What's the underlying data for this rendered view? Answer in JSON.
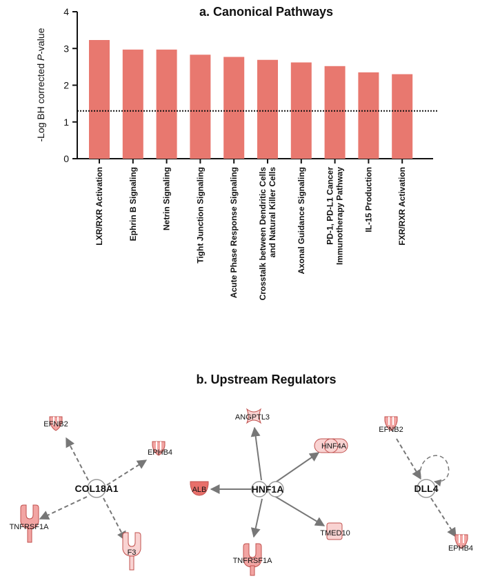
{
  "chart_data": {
    "type": "bar",
    "title": "a. Canonical Pathways",
    "ylabel_prefix": "-Log BH corrected ",
    "ylabel_italic": "P",
    "ylabel_suffix": "-value",
    "ylim": [
      0,
      4
    ],
    "yticks": [
      "0",
      "1",
      "2",
      "3",
      "4"
    ],
    "threshold": 1.3,
    "bar_color": "#e8786f",
    "categories": [
      [
        "LXR/RXR Activation"
      ],
      [
        "Ephrin B Signaling"
      ],
      [
        "Netrin Signaling"
      ],
      [
        "Tight Junction Signaling"
      ],
      [
        "Acute Phase Response Signaling"
      ],
      [
        "Crosstalk between Dendritic Cells",
        "and Natural Killer Cells"
      ],
      [
        "Axonal Guidance Signaling"
      ],
      [
        "PD-1, PD-L1 Cancer",
        "Immunotherapy Pathway"
      ],
      [
        "IL-15 Production"
      ],
      [
        "FXR/RXR Activation"
      ]
    ],
    "values": [
      3.23,
      2.97,
      2.97,
      2.83,
      2.77,
      2.69,
      2.62,
      2.52,
      2.35,
      2.3
    ]
  },
  "network": {
    "title": "b. Upstream Regulators",
    "fill_dark": "#e86f6a",
    "fill_mid": "#f2a5a3",
    "fill_light": "#f9d3d2",
    "hubs": [
      "COL18A1",
      "HNF1A",
      "DLL4"
    ],
    "labels": {
      "efnb2_1": "EFNB2",
      "ephb4_1": "EPHB4",
      "tnfrsf1a_1": "TNFRSF1A",
      "f3": "F3",
      "angptl3": "ANGPTL3",
      "hnf4a": "HNF4A",
      "alb": "ALB",
      "tmed10": "TMED10",
      "tnfrsf1a_2": "TNFRSF1A",
      "efnb2_2": "EFNB2",
      "ephb4_2": "EPHB4"
    }
  }
}
